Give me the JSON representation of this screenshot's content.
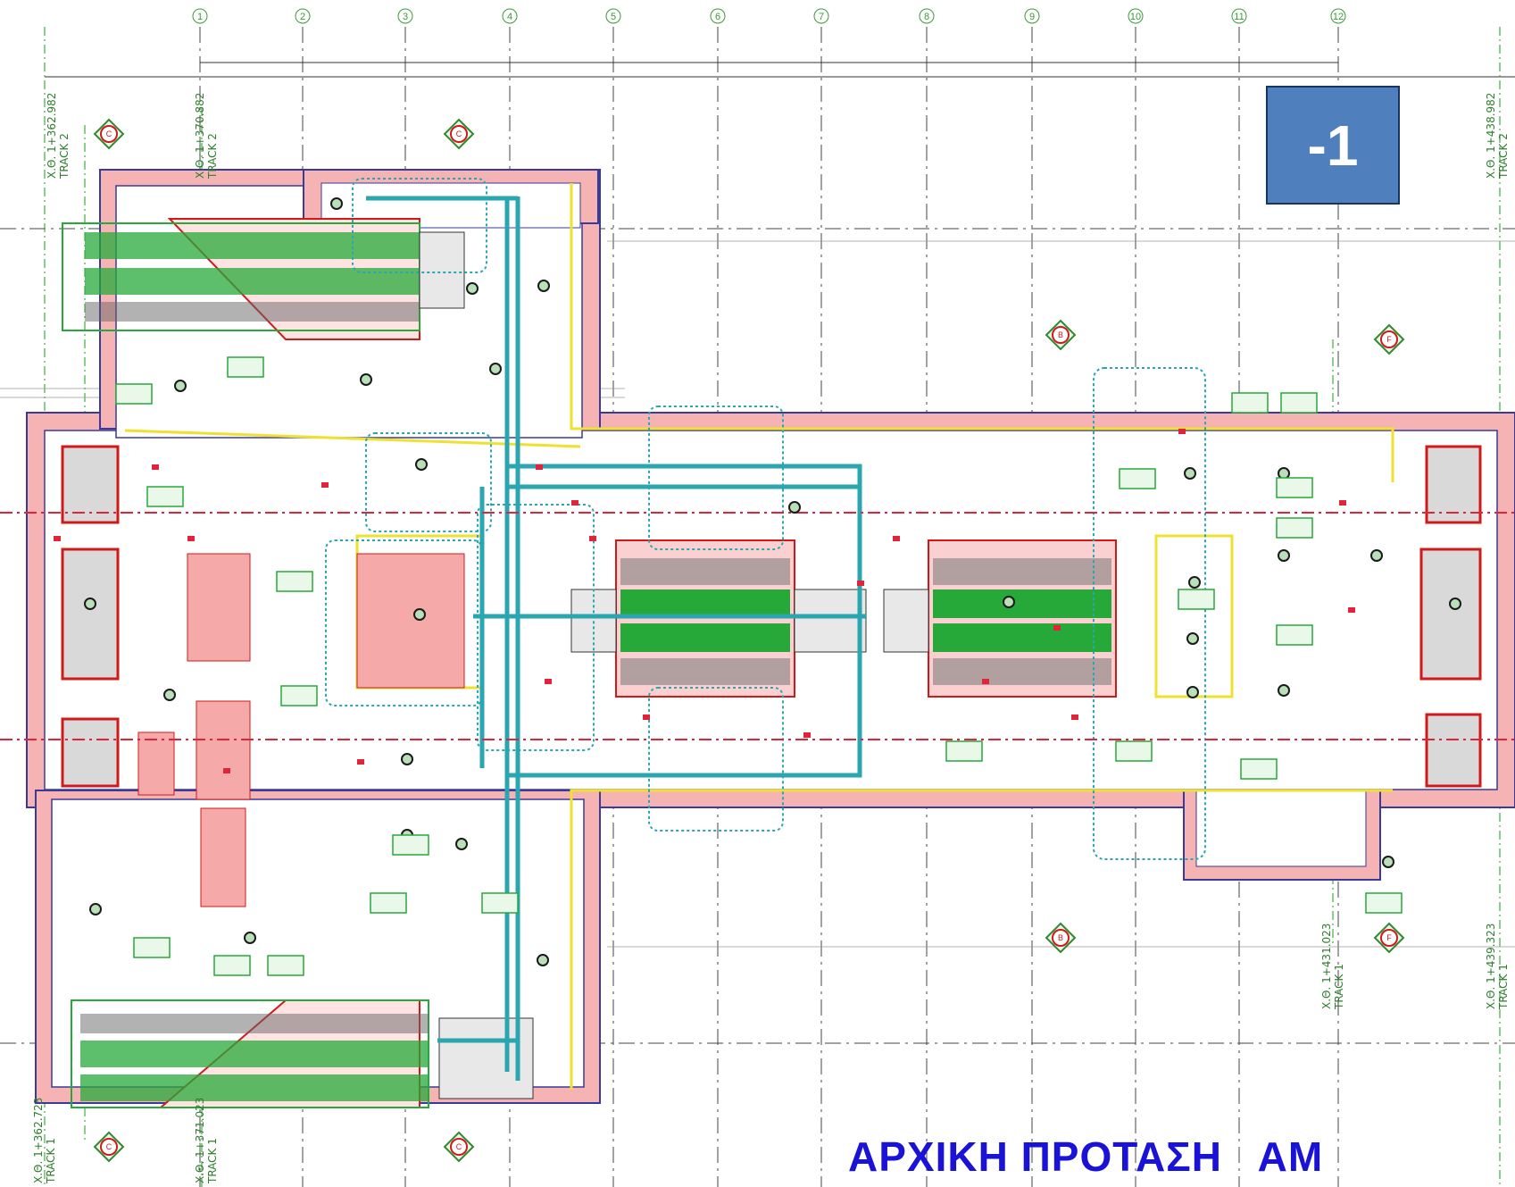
{
  "level_badge": "-1",
  "caption": "ΑΡΧΙΚΗ ΠΡΟΤΑΣΗ   ΑΜ",
  "grid_axes": [
    "1",
    "2",
    "3",
    "4",
    "5",
    "6",
    "7",
    "8",
    "9",
    "10",
    "11",
    "12"
  ],
  "chainages": {
    "top_left_1": "X.Θ. 1+362.982",
    "top_left_1_track": "TRACK 2",
    "top_left_2": "X.Θ. 1+370.882",
    "top_left_2_track": "TRACK 2",
    "top_right": "X.Θ. 1+438.982",
    "top_right_track": "TRACK 2",
    "bottom_left_1": "X.Θ. 1+362.723",
    "bottom_left_1_track": "TRACK 1",
    "bottom_left_2": "X.Θ. 1+371.023",
    "bottom_left_2_track": "TRACK 1",
    "bottom_right_1": "X.Θ. 1+431.023",
    "bottom_right_1_track": "TRACK 1",
    "bottom_right_2": "X.Θ. 1+439.323",
    "bottom_right_2_track": "TRACK 1"
  },
  "section_markers": [
    "C",
    "C",
    "B",
    "F",
    "B",
    "F",
    "C",
    "C"
  ],
  "colors": {
    "wall_fill": "#f4a9a9",
    "wall_outline": "#3a3a9a",
    "escalator": "#27a93a",
    "services_cyan": "#2aa6b0",
    "grid_green": "#3fae3f",
    "track_red": "#e0243a",
    "badge_bg": "#4f7fbd",
    "caption_blue": "#1a12d6"
  }
}
